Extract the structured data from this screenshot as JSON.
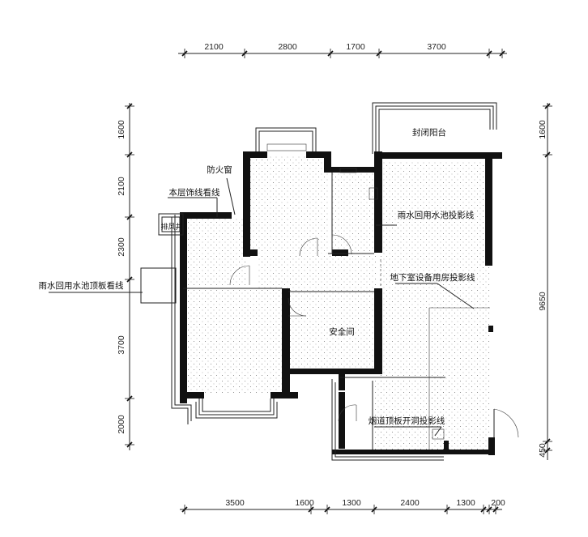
{
  "dimensions": {
    "top": [
      "2100",
      "2800",
      "1700",
      "3700"
    ],
    "bottom": [
      "3500",
      "1600",
      "1300",
      "2400",
      "1300",
      "200"
    ],
    "left": [
      "1600",
      "2100",
      "2300",
      "3700",
      "2000"
    ],
    "right": [
      "1600",
      "9650",
      "450"
    ]
  },
  "labels": {
    "enclosed_balcony": "封闭阳台",
    "fire_window": "防火窗",
    "finish_line": "本层饰线看线",
    "exhaust": "排风井",
    "rain_pool_projection": "雨水回用水池投影线",
    "rain_pool_roof": "雨水回用水池顶板看线",
    "basement_equipment": "地下室设备用房投影线",
    "safe_room": "安全间",
    "flue_opening": "烟道顶板开洞投影线"
  }
}
